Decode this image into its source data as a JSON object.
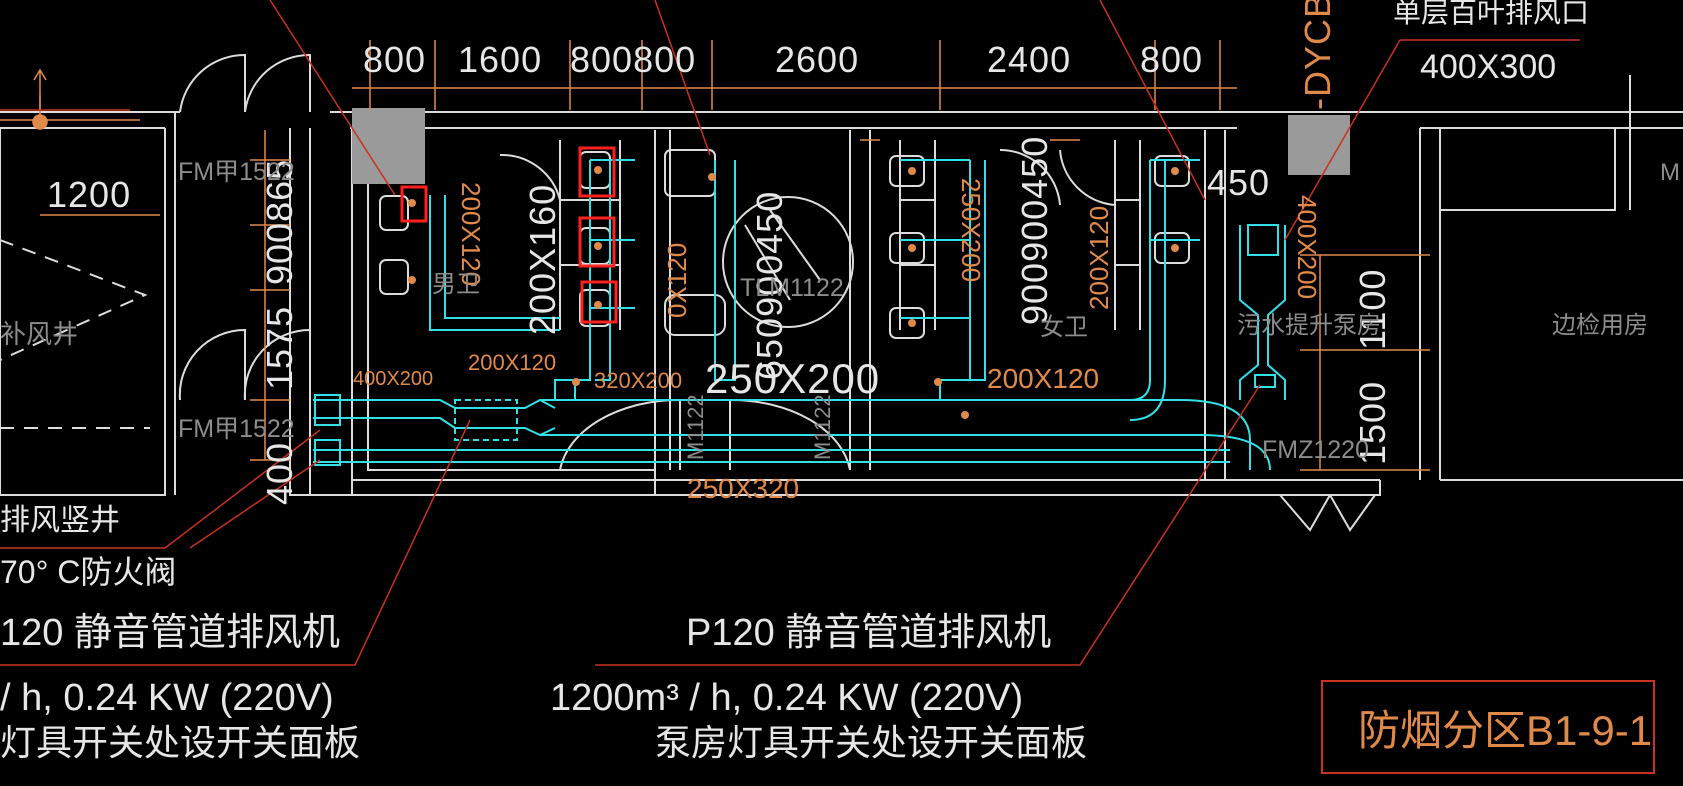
{
  "dimensions_top": [
    "800",
    "1600",
    "800800",
    "2600",
    "2400",
    "800"
  ],
  "dim_450_top": "450",
  "dim_450_mid": "450",
  "dim_1200": "1200",
  "dim_left_stack": [
    "900",
    "865",
    "1575",
    "400"
  ],
  "dim_right_stack": [
    "1100",
    "1500"
  ],
  "mid_vertical": [
    "650",
    "900",
    "900",
    "900"
  ],
  "label_dycb": "-DYCB",
  "label_single_louver": "单层百叶排风口",
  "label_single_louver_size": "400X300",
  "doors": [
    "FM甲1522",
    "FM甲1522",
    "TLM1122",
    "M1122",
    "M1122",
    "FMZ1220"
  ],
  "ducts": {
    "d400x200": "400X200",
    "d200x120_a": "200X120",
    "d200x120_b": "200X120",
    "d200x120_c": "200X120",
    "d200x120_d": "200X120",
    "d200x160": "200X160",
    "d320x200": "320X200",
    "d250x200_big": "250X200",
    "d250x200_v": "250X200",
    "d250x320": "250X320",
    "d400x200_v": "400X200",
    "d120_v": "0X120"
  },
  "rooms": {
    "supply_shaft": "补风井",
    "men_wc": "男卫",
    "women_wc": "女卫",
    "sewage_pump": "污水提升泵房",
    "inspection_room": "边检用房",
    "room_m": "M"
  },
  "left_notes": {
    "exhaust_shaft": "排风竖井",
    "fire_damper": "70° C防火阀",
    "fan": "120 静音管道排风机",
    "fan_spec": "/ h, 0.24 KW (220V)",
    "switch": "灯具开关处设开关面板"
  },
  "center_notes": {
    "fan": "P120 静音管道排风机",
    "fan_spec": "1200m³ / h, 0.24 KW (220V)",
    "switch": "泵房灯具开关处设开关面板"
  },
  "zone_label": "防烟分区B1-9-1",
  "colors": {
    "background": "#000000",
    "wall": "#dcdcdc",
    "duct": "#33e0e8",
    "annotation": "#e08a4a",
    "leader": "#c8321e",
    "highlight": "#ff2020",
    "shaft": "#9a9a9a"
  }
}
